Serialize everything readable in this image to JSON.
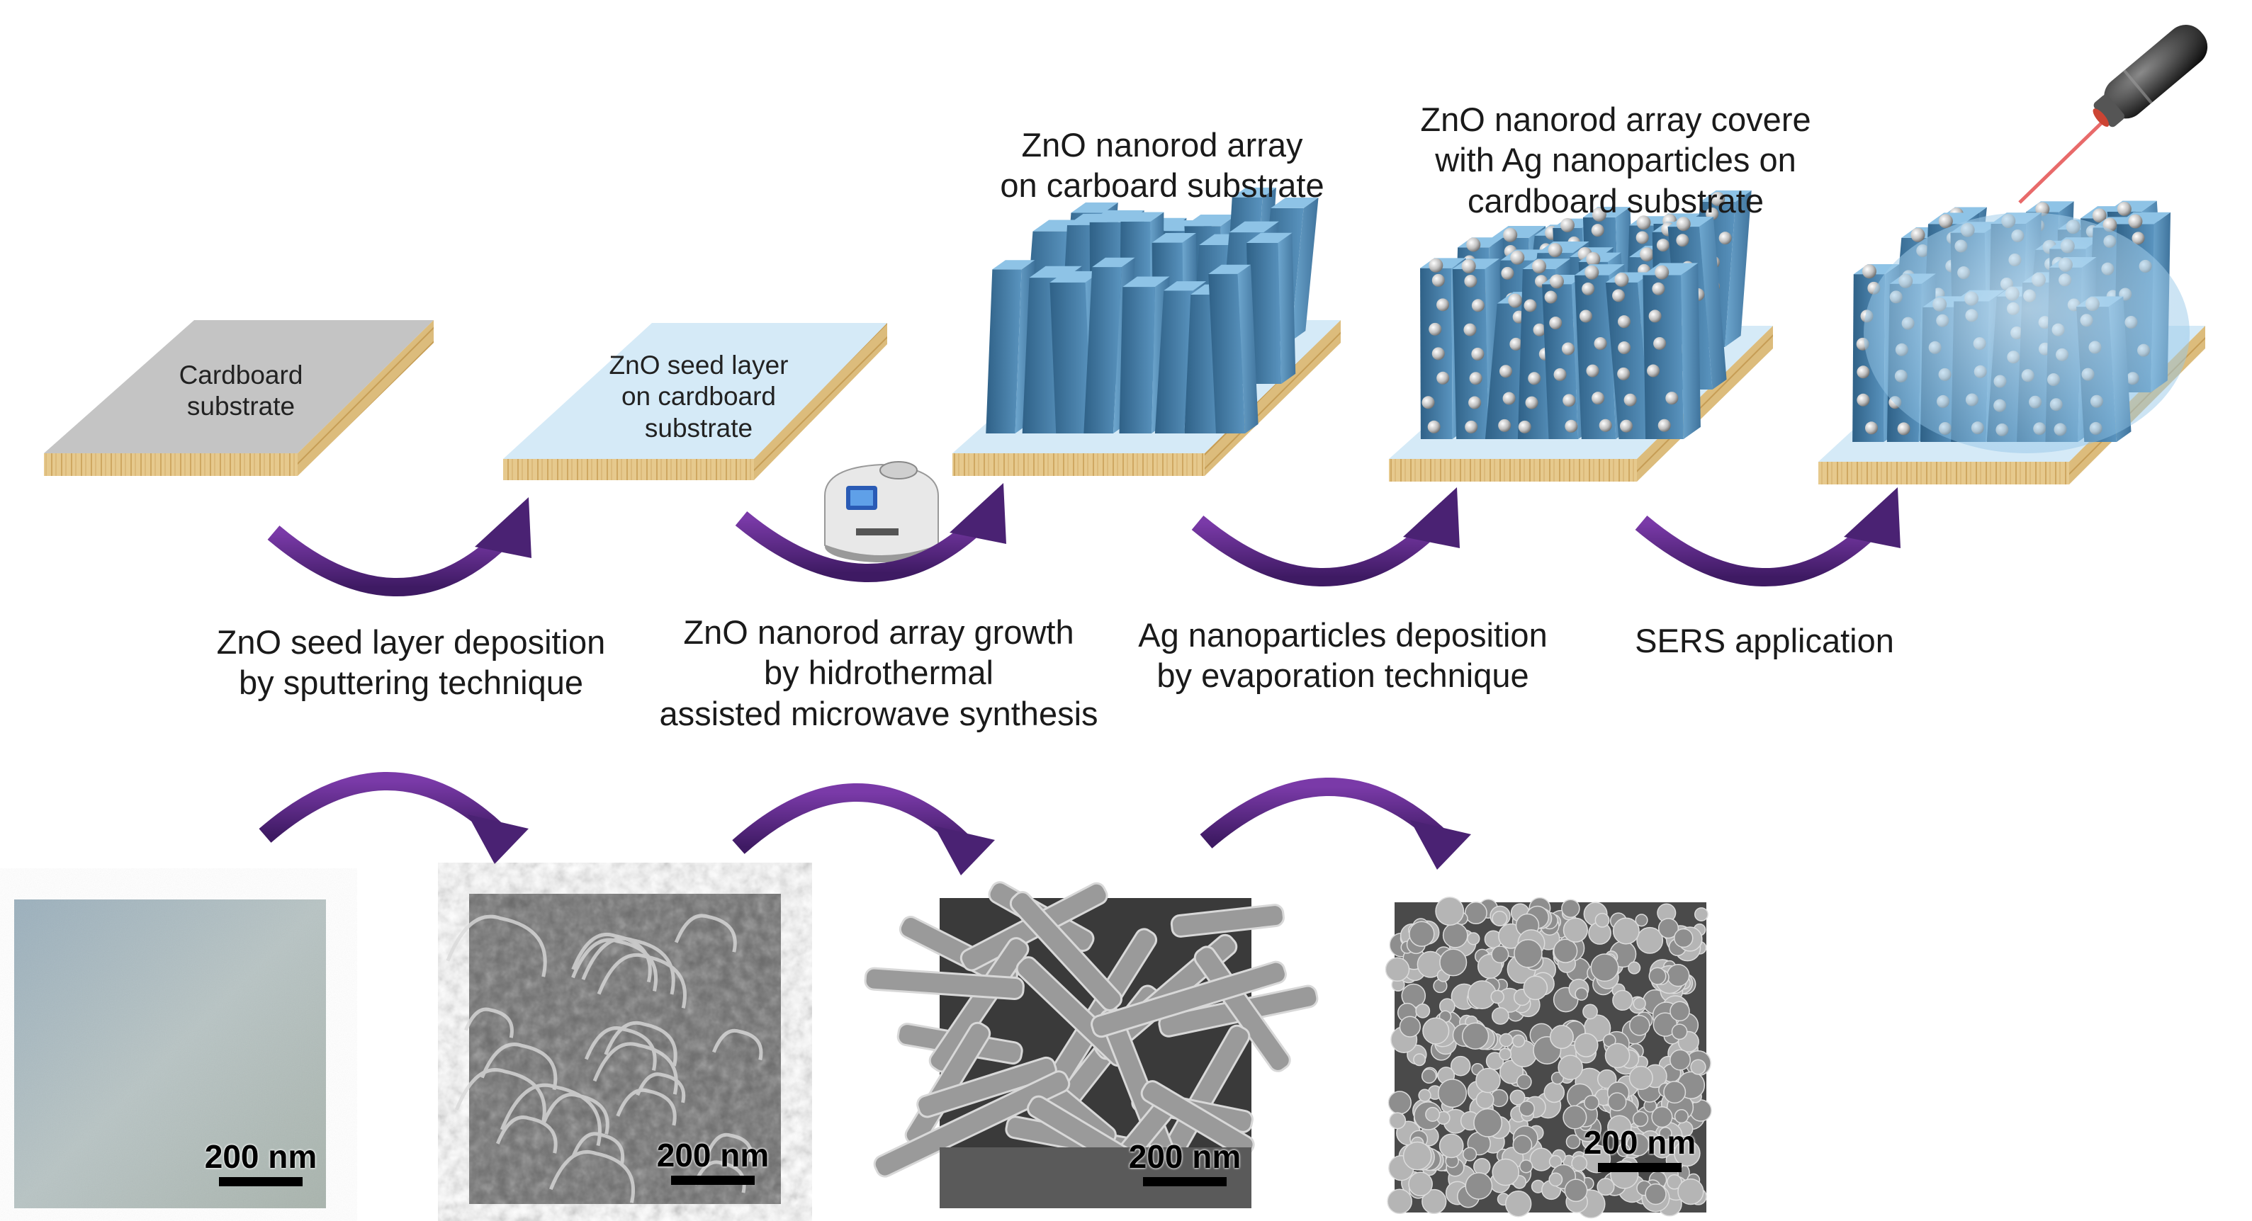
{
  "stages": [
    {
      "id": "cardboard",
      "lines": [
        "Cardboard",
        "substrate"
      ]
    },
    {
      "id": "seed",
      "lines": [
        "ZnO seed layer",
        "on cardboard",
        "substrate"
      ]
    },
    {
      "id": "nanorod",
      "lines": [
        "ZnO nanorod array",
        "on carboard substrate"
      ]
    },
    {
      "id": "ag",
      "lines": [
        "ZnO nanorod array covere",
        "with Ag nanoparticles on",
        "cardboard substrate"
      ]
    }
  ],
  "steps": [
    {
      "id": "sputter",
      "lines": [
        "ZnO seed layer deposition",
        "by sputtering technique"
      ]
    },
    {
      "id": "microwave",
      "lines": [
        "ZnO nanorod array growth",
        "by hidrothermal",
        "assisted microwave synthesis"
      ]
    },
    {
      "id": "evaporation",
      "lines": [
        "Ag nanoparticles deposition",
        "by evaporation technique"
      ]
    },
    {
      "id": "sers",
      "lines": [
        "SERS application"
      ]
    }
  ],
  "scalebars": [
    "200 nm",
    "200 nm",
    "200 nm",
    "200 nm"
  ],
  "colors": {
    "arrow": "#5b2a86",
    "cardboard_top": "#c8c8c8",
    "seed_top": "#d7ebf7",
    "wood": "#e3c486",
    "nanorod": "#4a7fa7",
    "silver": "#d9d9d9",
    "laser": "#e86a6a"
  },
  "icons": [
    "microwave-reactor-icon",
    "laser-pointer-icon"
  ]
}
